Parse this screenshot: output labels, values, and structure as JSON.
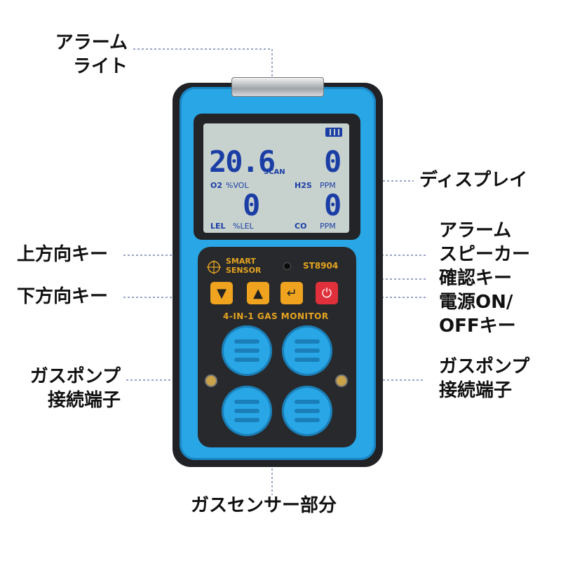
{
  "callouts": {
    "alarm_light": [
      "アラーム",
      "ライト"
    ],
    "display": "ディスプレイ",
    "alarm_speaker": [
      "アラーム",
      "スピーカー"
    ],
    "confirm_key": "確認キー",
    "power_key": [
      "電源ON/",
      "OFFキー"
    ],
    "up_key": "上方向キー",
    "down_key": "下方向キー",
    "pump_left": [
      "ガスポンプ",
      "接続端子"
    ],
    "pump_right": [
      "ガスポンプ",
      "接続端子"
    ],
    "sensor_part": "ガスセンサー部分"
  },
  "device": {
    "brand": [
      "SMART",
      "SENSOR"
    ],
    "model": "ST8904",
    "product": "4-IN-1 GAS MONITOR",
    "lcd": {
      "o2_value": "20.6",
      "scan": "SCAN",
      "h2s_value": "0",
      "o2_label": "O2",
      "o2_unit": "%VOL",
      "h2s_label": "H2S",
      "h2s_unit": "PPM",
      "lel_value": "0",
      "co_value": "0",
      "lel_label": "LEL",
      "lel_unit": "%LEL",
      "co_label": "CO",
      "co_unit": "PPM"
    },
    "keys": {
      "down": "▼",
      "up": "▲",
      "enter": "↵",
      "power": "⏻"
    }
  },
  "colors": {
    "shell_blue": "#29a6e6",
    "key_orange": "#f0a31e",
    "power_red": "#e0303b",
    "lcd_bg": "#c7d1cd",
    "lcd_text": "#1b3ea6",
    "leader_line": "#5a6ea8"
  }
}
